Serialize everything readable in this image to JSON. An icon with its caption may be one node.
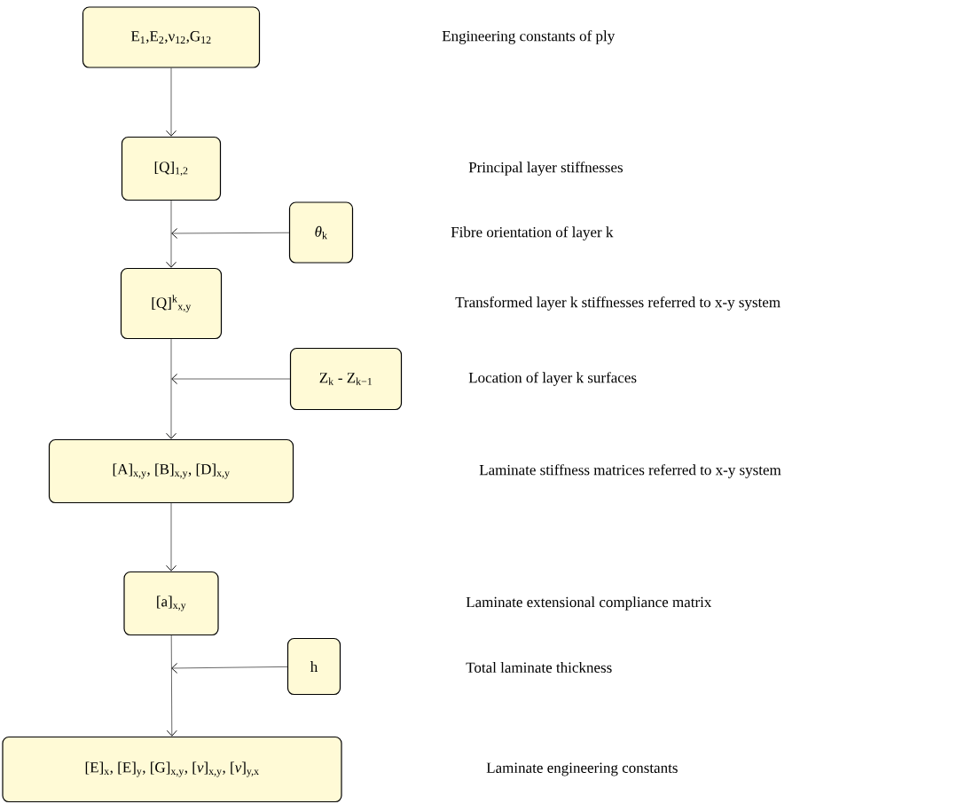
{
  "diagram": {
    "nodes": [
      {
        "text": [
          "E$_{1}$,E$_{2}$,ν$_{12}$,G$_{12}$"
        ]
      },
      {
        "text": [
          "[Q]$_{1,2}$"
        ]
      },
      {
        "text": [
          "*θ*$_{k}$"
        ]
      },
      {
        "text": [
          "[Q]$^{k}$$_{x,y}$"
        ]
      },
      {
        "text": [
          "Z$_{k}$ - Z$_{k−1}$"
        ]
      },
      {
        "text": [
          "[A]$_{x,y}$, [B]$_{x,y}$, [D]$_{x,y}$"
        ]
      },
      {
        "text": [
          "[a]$_{x,y}$"
        ]
      },
      {
        "text": [
          "h"
        ]
      },
      {
        "text": [
          "[E]$_{x}$, [E]$_{y}$, [G]$_{x,y}$, [*ν*]$_{x,y}$, [*ν*]$_{y,x}$"
        ]
      }
    ],
    "edges": [
      {
        "from": 0,
        "to": 1,
        "arrow": "to"
      },
      {
        "from": 1,
        "to": 3,
        "arrow": "to"
      },
      {
        "from": 2,
        "to": null,
        "arrow": "to"
      },
      {
        "from": 3,
        "to": 5,
        "arrow": "to"
      },
      {
        "from": 4,
        "to": null,
        "arrow": "to"
      },
      {
        "from": 5,
        "to": 6,
        "arrow": "to"
      },
      {
        "from": 7,
        "to": null,
        "arrow": "to"
      },
      {
        "from": 6,
        "to": 8,
        "arrow": "to"
      }
    ],
    "labels": [
      "Engineering constants of ply",
      "Principal layer stiffnesses",
      "Fibre orientation of layer k",
      "Transformed layer k stiffnesses referred to x-y system",
      "Location of layer k surfaces",
      "Laminate stiffness matrices referred to x-y system",
      "Laminate extensional compliance matrix",
      "Total laminate thickness",
      "Laminate engineering constants"
    ]
  }
}
